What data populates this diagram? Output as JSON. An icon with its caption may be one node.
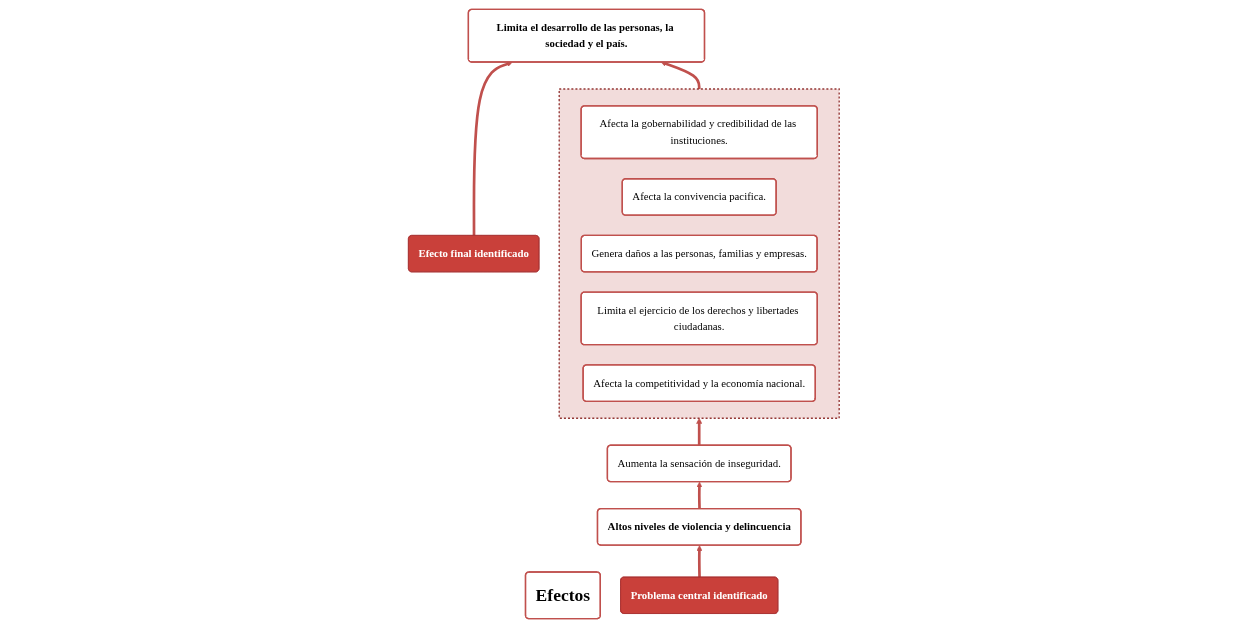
{
  "diagram": {
    "nodes": [
      {
        "text": [
          "Efectos"
        ]
      },
      {
        "text": [
          "Efecto final identificado"
        ]
      },
      {
        "text": [
          "Limita el desarrollo de las personas, la sociedad y el país."
        ]
      },
      {
        "text": [],
        "shape": "box"
      },
      {
        "text": [
          "Afecta la gobernabilidad y credibilidad de las instituciones."
        ],
        "in": 3
      },
      {
        "text": [
          "Afecta la convivencia pacifica."
        ],
        "in": 3
      },
      {
        "text": [
          "Genera daños a las personas, familias y empresas."
        ],
        "in": 3
      },
      {
        "text": [
          "Limita el ejercicio de los derechos y libertades ciudadanas."
        ],
        "in": 3
      },
      {
        "text": [
          "Afecta la competitividad y la economía nacional."
        ],
        "in": 3
      },
      {
        "text": [
          "Aumenta la sensación de inseguridad."
        ]
      },
      {
        "text": [
          "Problema central identificado"
        ]
      },
      {
        "text": [
          "Altos niveles de violencia y delincuencia"
        ]
      }
    ],
    "edges": [
      {
        "from": 1,
        "to": 2,
        "arrow": "to"
      },
      {
        "from": 10,
        "to": 11,
        "arrow": "to"
      },
      {
        "from": 11,
        "to": 9,
        "arrow": "to"
      },
      {
        "from": 9,
        "to": 3,
        "arrow": "to"
      },
      {
        "from": 3,
        "to": 2,
        "arrow": "to"
      }
    ]
  }
}
